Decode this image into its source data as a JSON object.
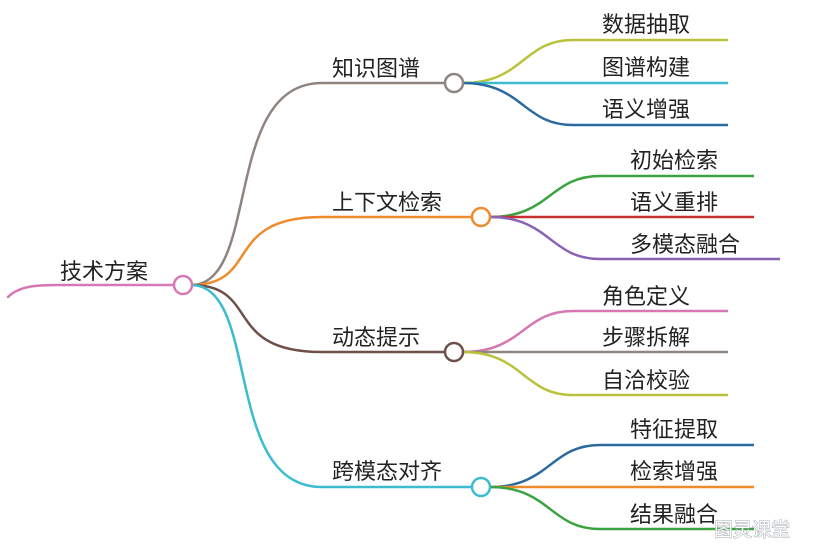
{
  "root": {
    "label": "技术方案",
    "color": "#d678b4"
  },
  "branches": [
    {
      "label": "知识图谱",
      "color": "#8f8580",
      "children": [
        {
          "label": "数据抽取",
          "color": "#b9c23a"
        },
        {
          "label": "图谱构建",
          "color": "#3bbcd0"
        },
        {
          "label": "语义增强",
          "color": "#2b6a9e"
        }
      ]
    },
    {
      "label": "上下文检索",
      "color": "#ef8b2c",
      "children": [
        {
          "label": "初始检索",
          "color": "#3aa33f"
        },
        {
          "label": "语义重排",
          "color": "#c8302f"
        },
        {
          "label": "多模态融合",
          "color": "#8a62b3"
        }
      ]
    },
    {
      "label": "动态提示",
      "color": "#6e4f49",
      "children": [
        {
          "label": "角色定义",
          "color": "#d678b4"
        },
        {
          "label": "步骤拆解",
          "color": "#8f8580"
        },
        {
          "label": "自洽校验",
          "color": "#b9c23a"
        }
      ]
    },
    {
      "label": "跨模态对齐",
      "color": "#3bbcd0",
      "children": [
        {
          "label": "特征提取",
          "color": "#2b6a9e"
        },
        {
          "label": "检索增强",
          "color": "#ef8b2c"
        },
        {
          "label": "结果融合",
          "color": "#3aa33f"
        }
      ]
    }
  ],
  "watermark": "图灵课堂"
}
